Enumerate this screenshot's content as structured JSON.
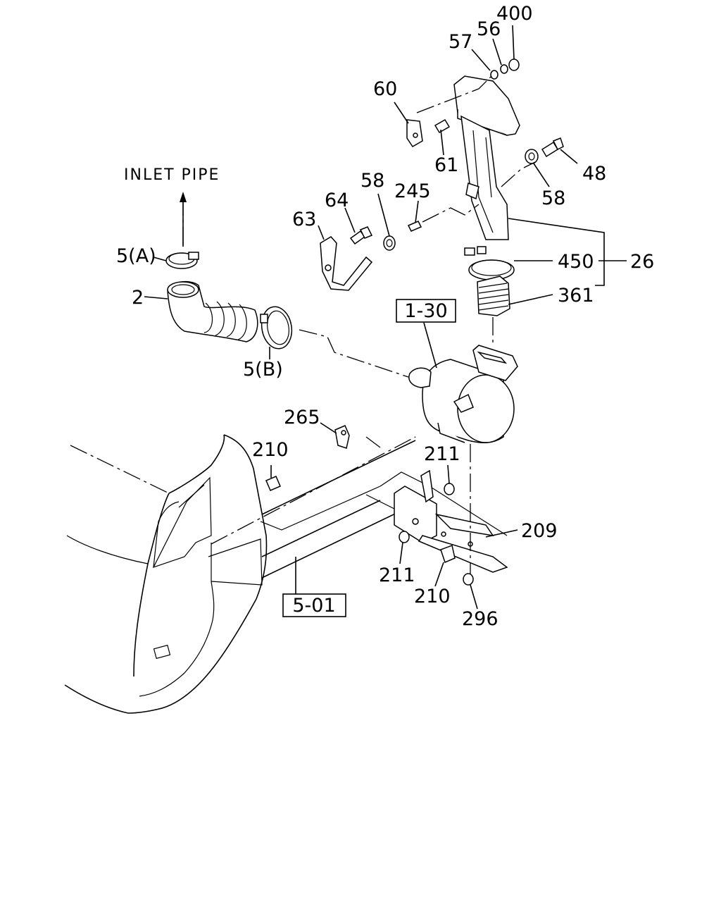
{
  "diagram": {
    "inlet_label": "INLET PIPE",
    "refs": {
      "ref_1_30": "1-30",
      "ref_5_01": "5-01"
    },
    "callouts": {
      "c400": "400",
      "c56": "56",
      "c57": "57",
      "c60": "60",
      "c61": "61",
      "c48": "48",
      "c58a": "58",
      "c58b": "58",
      "c245": "245",
      "c64": "64",
      "c63": "63",
      "c5a": "5(A)",
      "c2": "2",
      "c5b": "5(B)",
      "c450": "450",
      "c26": "26",
      "c361": "361",
      "c265": "265",
      "c210a": "210",
      "c211a": "211",
      "c209": "209",
      "c211b": "211",
      "c210b": "210",
      "c296": "296"
    }
  }
}
